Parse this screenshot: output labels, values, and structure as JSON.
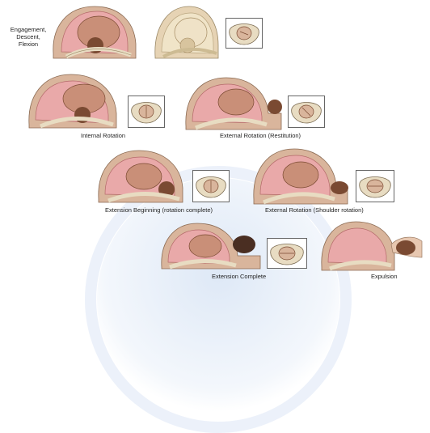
{
  "labels": {
    "engagement_lines": [
      "Engagement,",
      "Descent,",
      "Flexion"
    ],
    "internal_rotation": "Internal Rotation",
    "external_rotation_restitution": "External Rotation (Restitution)",
    "extension_beginning": "Extension Beginning (rotation complete)",
    "external_rotation_shoulder": "External Rotation (Shoulder rotation)",
    "extension_complete": "Extension Complete",
    "expulsion": "Expulsion"
  },
  "colors": {
    "uterus_pink": "#e9a9a9",
    "body_skin": "#d9b59c",
    "fetus_brown": "#7a4a32",
    "bone_beige": "#e8dcc2",
    "watermark_blue": "#a9c2e6"
  }
}
